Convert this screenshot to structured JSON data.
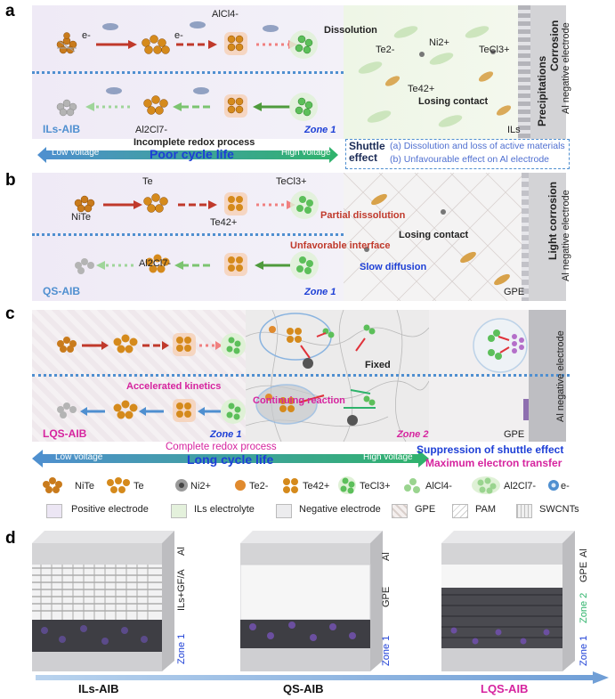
{
  "panels": {
    "a": {
      "letter": "a",
      "labels": {
        "alcl4": "AlCl4-",
        "electron1": "e-",
        "electron2": "e-",
        "dissolution": "Dissolution",
        "te2": "Te2-",
        "ni2": "Ni2+",
        "tecl3": "TeCl3+",
        "te4": "Te42+",
        "losing_contact": "Losing contact",
        "al2cl7": "Al2Cl7-",
        "zone1": "Zone 1",
        "ils": "ILs",
        "precipitations": "Precipitations",
        "corrosion": "Corrosion",
        "electrode": "Al negative electrode",
        "system": "ILs-AIB",
        "incomplete": "Incomplete redox process",
        "low_voltage": "Low voltage",
        "high_voltage": "High voltage",
        "cycle_life": "Poor cycle life",
        "shuttle": "Shuttle effect",
        "note_a": "(a) Dissolution and loss of active materials",
        "note_b": "(b) Unfavourable effect on Al electrode"
      }
    },
    "b": {
      "letter": "b",
      "labels": {
        "te": "Te",
        "tecl3": "TeCl3+",
        "nite": "NiTe",
        "te4": "Te42+",
        "partial": "Partial dissolution",
        "losing_contact": "Losing contact",
        "unfavorable": "Unfavorable interface",
        "al2cl7": "Al2Cl7-",
        "slow": "Slow diffusion",
        "system": "QS-AIB",
        "zone1": "Zone 1",
        "gpe": "GPE",
        "light_corrosion": "Light corrosion",
        "electrode": "Al negative electrode"
      }
    },
    "c": {
      "letter": "c",
      "labels": {
        "fixed": "Fixed",
        "accelerated": "Accelerated kinetics",
        "continuing": "Continuing reaction",
        "system": "LQS-AIB",
        "zone1": "Zone 1",
        "zone2": "Zone 2",
        "gpe": "GPE",
        "electrode": "Al negative electrode",
        "complete": "Complete redox process",
        "low_voltage": "Low voltage",
        "high_voltage": "High voltage",
        "cycle_life": "Long cycle life",
        "suppression": "Suppression of shuttle effect",
        "max_electron": "Maximum electron transfer"
      }
    },
    "legend": {
      "items": [
        "NiTe",
        "Te",
        "Ni2+",
        "Te2-",
        "Te42+",
        "TeCl3+",
        "AlCl4-",
        "Al2Cl7-",
        "e-"
      ],
      "row2": [
        "Positive electrode",
        "ILs electrolyte",
        "Negative electrode",
        "GPE",
        "PAM",
        "SWCNTs"
      ]
    },
    "d": {
      "letter": "d",
      "cells": [
        {
          "name": "ILs-AIB",
          "top": "Al",
          "mid": "ILs+GF/A",
          "zone1": "Zone 1"
        },
        {
          "name": "QS-AIB",
          "top": "Al",
          "mid": "GPE",
          "zone1": "Zone 1"
        },
        {
          "name": "LQS-AIB",
          "top": "Al",
          "mid": "GPE",
          "zone1": "Zone 1",
          "zone2": "Zone 2"
        }
      ]
    }
  },
  "colors": {
    "accent_red": "#c0392b",
    "accent_blue": "#1d3fd6",
    "accent_magenta": "#d6249f",
    "arrow_green": "#2fb36b",
    "arrow_blue": "#4f8fd0"
  }
}
